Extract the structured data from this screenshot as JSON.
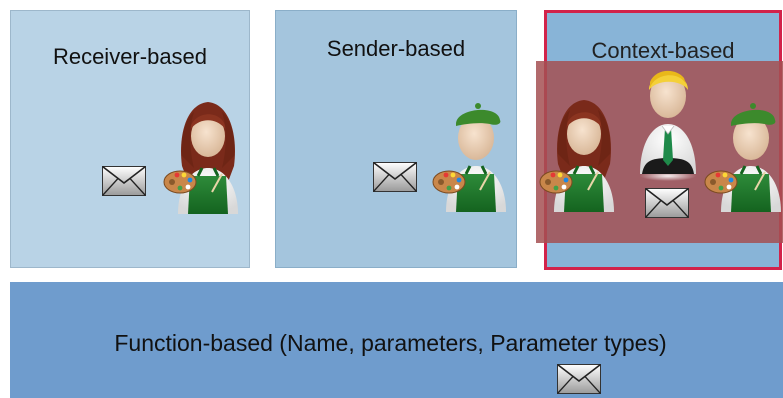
{
  "panels": {
    "receiver": {
      "label": "Receiver-based"
    },
    "sender": {
      "label": "Sender-based"
    },
    "context": {
      "label": "Context-based"
    },
    "function": {
      "label": "Function-based  (Name, parameters, Parameter types)"
    }
  },
  "icons": {
    "envelope": "envelope-icon",
    "artist_female": "painter-woman-icon",
    "artist_male": "painter-man-icon",
    "businessman": "businessman-icon",
    "palette": "palette-icon"
  },
  "colors": {
    "receiver_bg": "#b9d3e6",
    "sender_bg": "#a4c5dd",
    "context_bg": "#88b4d7",
    "context_border": "#d2234a",
    "context_overlay": "#a55052",
    "function_bg": "#6f9ccd"
  }
}
